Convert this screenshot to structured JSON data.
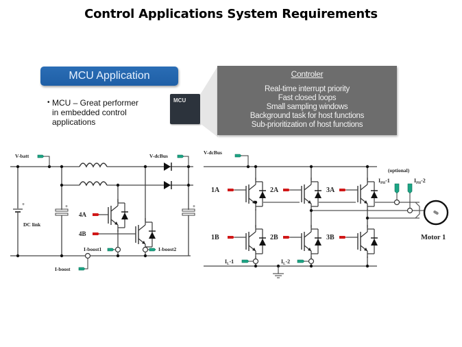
{
  "title": "Control Applications System Requirements",
  "banner": {
    "label": "MCU Application"
  },
  "bullet": {
    "marker": "•",
    "lines": [
      "MCU – Great performer",
      "in embedded control",
      "applications"
    ]
  },
  "chip": {
    "label": "MCU"
  },
  "controller": {
    "heading": "Controler",
    "items": [
      "Real-time interrupt priority",
      "Fast closed loops",
      "Small sampling windows",
      "Background task for host functions",
      "Sub-prioritization of host functions"
    ]
  },
  "colors": {
    "banner_blue": "#2266b0",
    "controller_gray": "#6d6d6d",
    "chip_dark": "#2c333c",
    "pwm_signal_red": "#d01818",
    "sense_signal_green": "#1ca585"
  },
  "boost_circuit": {
    "labels": {
      "v_batt": "V-batt",
      "v_dcbus": "V-dcBus",
      "dc_link": "DC link",
      "gate_4a": "4A",
      "gate_4b": "4B",
      "i_boost1": "I-boost1",
      "i_boost2": "I-boost2",
      "i_boost": "I-boost",
      "plus": "+"
    }
  },
  "inverter_circuit": {
    "labels": {
      "v_dcbus": "V-dcBus",
      "gate_1a": "1A",
      "gate_2a": "2A",
      "gate_3a": "3A",
      "gate_1b": "1B",
      "gate_2b": "2B",
      "gate_3b": "3B",
      "il1_main": "I",
      "il1_sub": "L",
      "il1_suffix": "-1",
      "il2_main": "I",
      "il2_sub": "L",
      "il2_suffix": "-2",
      "iph1_main": "I",
      "iph1_sub": "PH",
      "iph1_suffix": "-1",
      "iph2_main": "I",
      "iph2_sub": "PH",
      "iph2_suffix": "-2",
      "optional": "(optional)",
      "motor": "Motor 1"
    }
  }
}
